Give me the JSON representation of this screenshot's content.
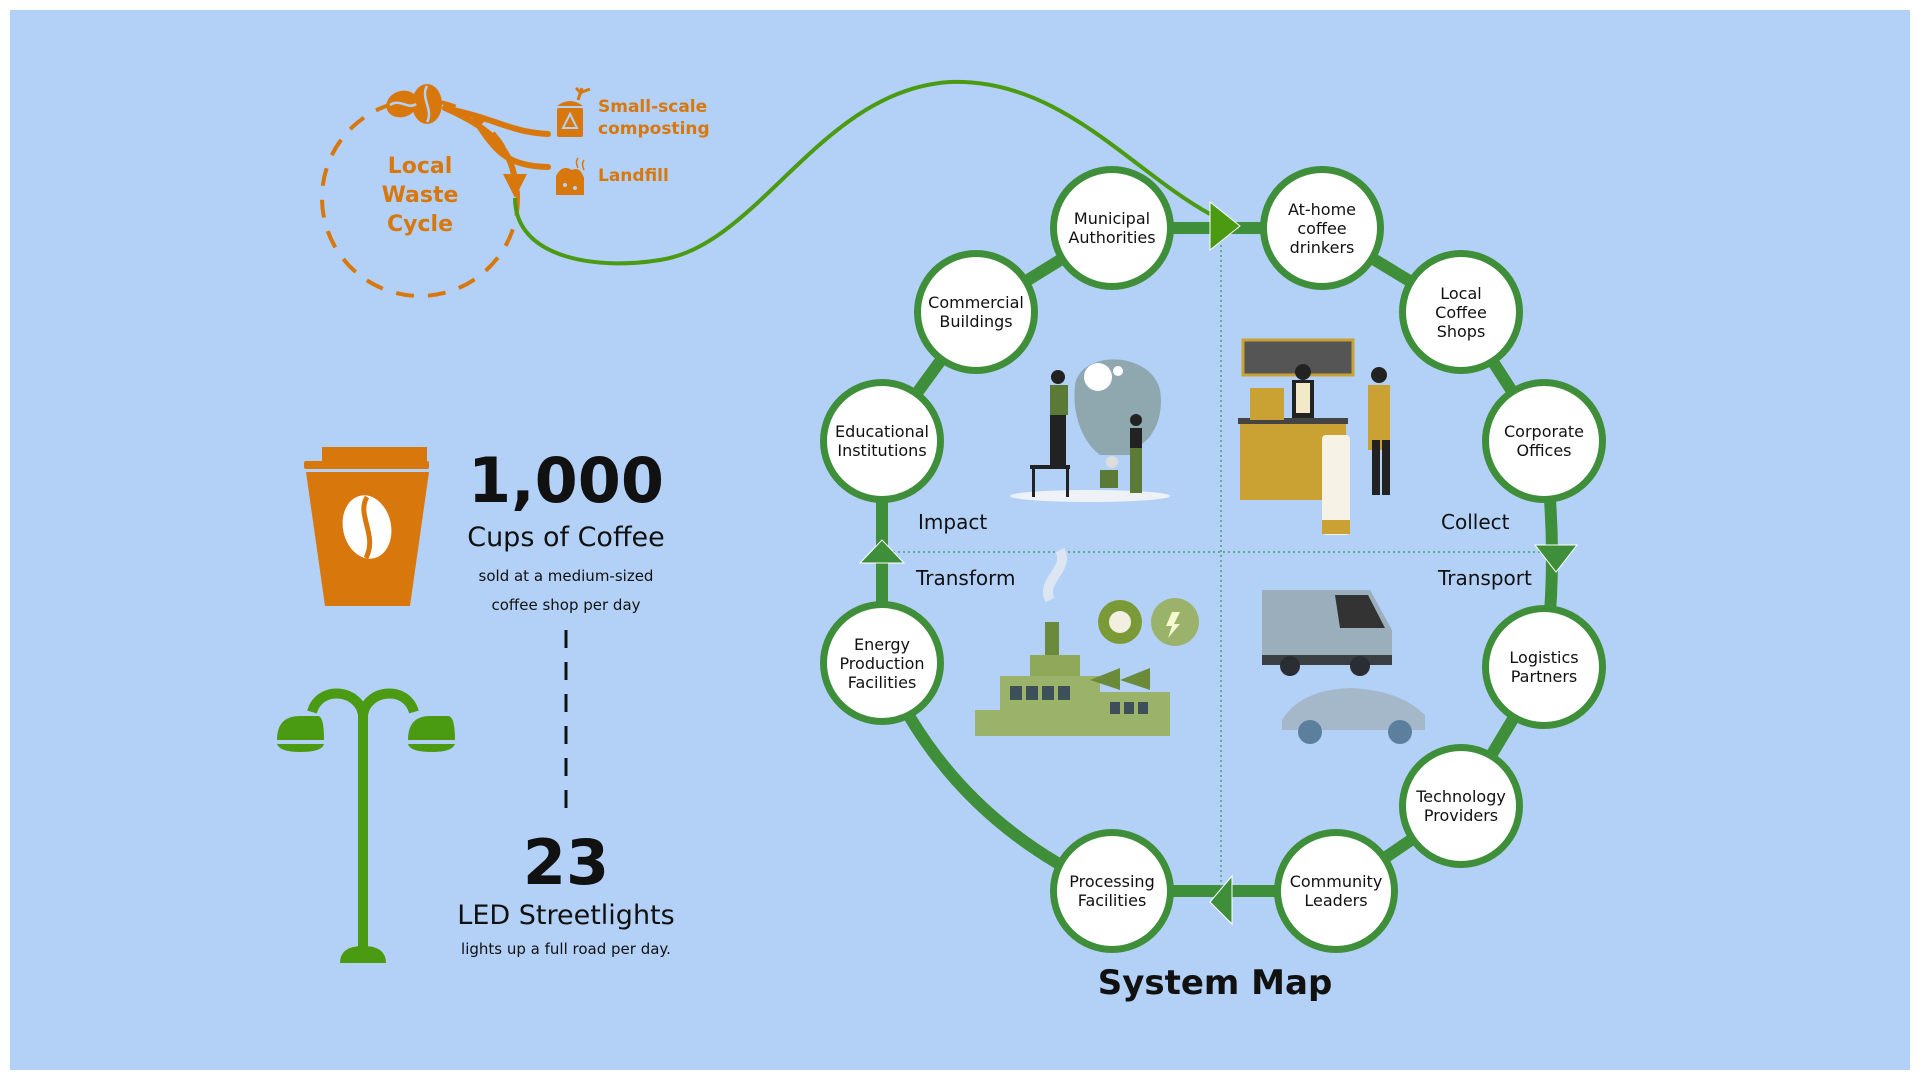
{
  "waste_cycle": {
    "title_lines": [
      "Local",
      "Waste",
      "Cycle"
    ],
    "outputs": [
      {
        "icon": "compost-bin-icon",
        "label_lines": [
          "Small-scale",
          "composting"
        ]
      },
      {
        "icon": "landfill-icon",
        "label_lines": [
          "Landfill"
        ]
      }
    ]
  },
  "stats": {
    "coffee": {
      "icon": "coffee-cup-icon",
      "value": "1,000",
      "label": "Cups of Coffee",
      "sub_lines": [
        "sold at a medium-sized",
        "coffee shop per day"
      ]
    },
    "streetlights": {
      "icon": "streetlight-icon",
      "value": "23",
      "label": "LED Streetlights",
      "sub_lines": [
        "lights up a full road per day."
      ]
    }
  },
  "system_map": {
    "title": "System Map",
    "quadrants": {
      "impact": "Impact",
      "collect": "Collect",
      "transform": "Transform",
      "transport": "Transport"
    },
    "nodes": [
      {
        "id": "municipal",
        "label": "Municipal\nAuthorities"
      },
      {
        "id": "at-home",
        "label": "At-home\ncoffee\ndrinkers"
      },
      {
        "id": "coffee-shops",
        "label": "Local\nCoffee\nShops"
      },
      {
        "id": "corporate",
        "label": "Corporate\nOffices"
      },
      {
        "id": "logistics",
        "label": "Logistics\nPartners"
      },
      {
        "id": "technology",
        "label": "Technology\nProviders"
      },
      {
        "id": "community",
        "label": "Community\nLeaders"
      },
      {
        "id": "processing",
        "label": "Processing\nFacilities"
      },
      {
        "id": "energy",
        "label": "Energy\nProduction\nFacilities"
      },
      {
        "id": "educational",
        "label": "Educational\nInstitutions"
      },
      {
        "id": "commercial",
        "label": "Commercial\nBuildings"
      }
    ],
    "illustrations": [
      "people-brain-illustration",
      "coffee-shop-illustration",
      "factory-illustration",
      "vehicles-illustration"
    ]
  },
  "colors": {
    "background": "#b3d1f7",
    "green": "#3f8f3a",
    "bright_green": "#4a9a12",
    "orange": "#d8780c"
  }
}
